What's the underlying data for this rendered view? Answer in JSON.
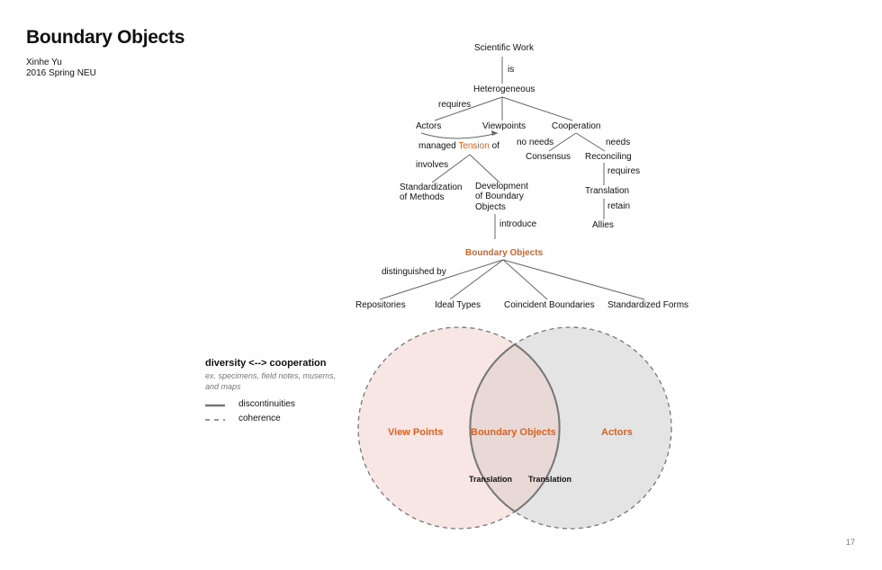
{
  "header": {
    "title": "Boundary Objects",
    "author": "Xinhe Yu",
    "term": "2016 Spring NEU"
  },
  "tree": {
    "scientific_work": "Scientific Work",
    "is": "is",
    "heterogeneous": "Heterogeneous",
    "requires_1": "requires",
    "actors": "Actors",
    "viewpoints": "Viewpoints",
    "cooperation": "Cooperation",
    "managed": "managed",
    "tension": "Tension",
    "of": "of",
    "no_needs": "no needs",
    "needs": "needs",
    "consensus": "Consensus",
    "reconciling": "Reconciling",
    "involves": "involves",
    "requires_2": "requires",
    "standardization_1": "Standardization",
    "standardization_2": "of Methods",
    "development_1": "Development",
    "development_2": "of Boundary",
    "development_3": "Objects",
    "translation": "Translation",
    "retain": "retain",
    "introduce": "introduce",
    "allies": "Allies",
    "boundary_objects": "Boundary Objects",
    "distinguished_by": "distinguished by",
    "repositories": "Repositories",
    "ideal_types": "Ideal Types",
    "coincident_boundaries": "Coincident Boundaries",
    "standardized_forms": "Standardized Forms"
  },
  "legend": {
    "title": "diversity <--> cooperation",
    "subtitle": "ex. specimens, field notes, musems, and maps",
    "solid_label": "discontinuities",
    "dashed_label": "coherence"
  },
  "venn": {
    "left_label": "View Points",
    "center_label": "Boundary Objects",
    "right_label": "Actors",
    "translation_left": "Translation",
    "translation_right": "Translation",
    "left_fill": "#f7e6e4",
    "right_fill": "#e4e4e4",
    "overlap_fill": "#e8d9d6",
    "accent": "#e0601f"
  },
  "page_number": "17"
}
